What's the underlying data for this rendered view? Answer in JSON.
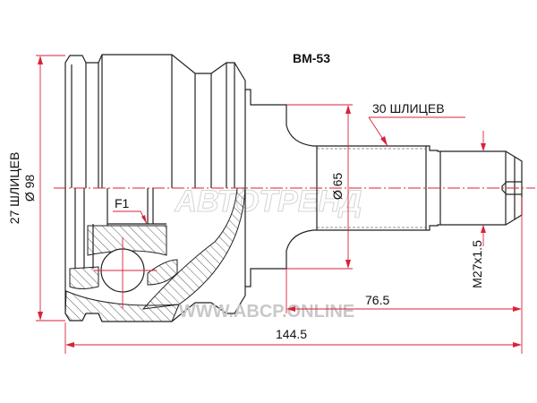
{
  "title": "BM-53",
  "labels": {
    "left_splines": "27 ШЛИЦЕВ",
    "outer_diameter": "Ø 98",
    "right_splines": "30 ШЛИЦЕВ",
    "flange_diameter": "Ø 65",
    "thread": "M27x1.5",
    "shaft_length": "76.5",
    "total_length": "144.5",
    "f1": "F1"
  },
  "watermarks": {
    "brand": "АВТОТРЕНД",
    "site": "WWW.ABCP.ONLINE"
  },
  "colors": {
    "dimension": "#d9223a",
    "outline": "#222222",
    "watermark": "#c8c8c8"
  }
}
